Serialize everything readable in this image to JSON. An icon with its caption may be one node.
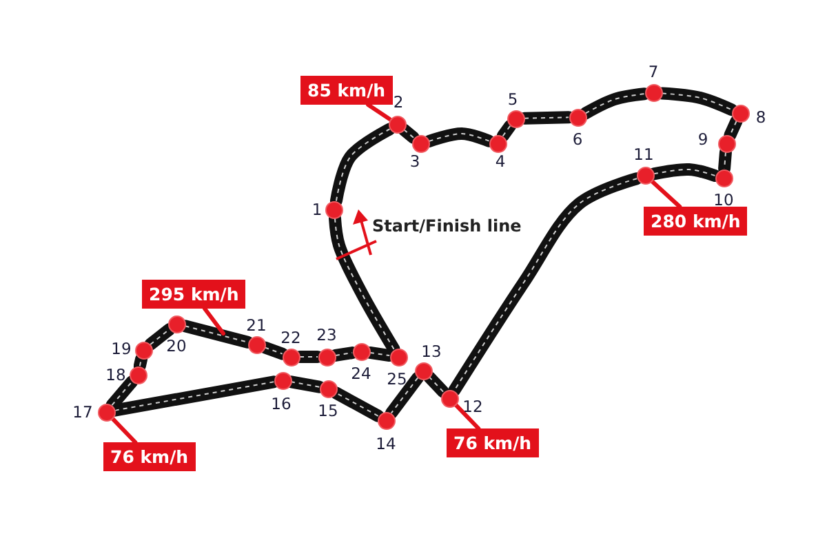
{
  "diagram": {
    "nodes": [
      {
        "text": [],
        "shape": "circle",
        "beside": [
          "1"
        ]
      },
      {
        "text": [],
        "shape": "circle",
        "beside": [
          "2"
        ]
      },
      {
        "text": [],
        "shape": "circle",
        "beside": [
          "3"
        ]
      },
      {
        "text": [],
        "shape": "circle",
        "beside": [
          "4"
        ]
      },
      {
        "text": [],
        "shape": "circle",
        "beside": [
          "5"
        ]
      },
      {
        "text": [],
        "shape": "circle",
        "beside": [
          "6"
        ]
      },
      {
        "text": [],
        "shape": "circle",
        "beside": [
          "7"
        ]
      },
      {
        "text": [],
        "shape": "circle",
        "beside": [
          "8"
        ]
      },
      {
        "text": [],
        "shape": "circle",
        "beside": [
          "9"
        ]
      },
      {
        "text": [],
        "shape": "circle",
        "beside": [
          "10"
        ]
      },
      {
        "text": [],
        "shape": "circle",
        "beside": [
          "11"
        ]
      },
      {
        "text": [],
        "shape": "circle",
        "beside": [
          "12"
        ]
      },
      {
        "text": [],
        "shape": "circle",
        "beside": [
          "13"
        ]
      },
      {
        "text": [],
        "shape": "circle",
        "beside": [
          "14"
        ]
      },
      {
        "text": [],
        "shape": "circle",
        "beside": [
          "15"
        ]
      },
      {
        "text": [],
        "shape": "circle",
        "beside": [
          "16"
        ]
      },
      {
        "text": [],
        "shape": "circle",
        "beside": [
          "17"
        ]
      },
      {
        "text": [],
        "shape": "circle",
        "beside": [
          "18"
        ]
      },
      {
        "text": [],
        "shape": "circle",
        "beside": [
          "19"
        ]
      },
      {
        "text": [],
        "shape": "circle",
        "beside": [
          "20"
        ]
      },
      {
        "text": [],
        "shape": "circle",
        "beside": [
          "21"
        ]
      },
      {
        "text": [],
        "shape": "circle",
        "beside": [
          "22"
        ]
      },
      {
        "text": [],
        "shape": "circle",
        "beside": [
          "23"
        ]
      },
      {
        "text": [],
        "shape": "circle",
        "beside": [
          "24"
        ]
      },
      {
        "text": [],
        "shape": "circle",
        "beside": [
          "25"
        ]
      },
      {
        "text": [
          "85 km/h"
        ]
      },
      {
        "text": [
          "280 km/h"
        ]
      },
      {
        "text": [
          "295 km/h"
        ]
      },
      {
        "text": [
          "76 km/h"
        ]
      },
      {
        "text": [
          "76 km/h"
        ]
      }
    ],
    "edges": [
      {
        "from": 0,
        "to": 1,
        "arrow": "none"
      },
      {
        "from": 1,
        "to": 2,
        "arrow": "none"
      },
      {
        "from": 2,
        "to": 3,
        "arrow": "none"
      },
      {
        "from": 3,
        "to": 4,
        "arrow": "none"
      },
      {
        "from": 4,
        "to": 5,
        "arrow": "none"
      },
      {
        "from": 5,
        "to": 6,
        "arrow": "none"
      },
      {
        "from": 6,
        "to": 7,
        "arrow": "none"
      },
      {
        "from": 7,
        "to": 8,
        "arrow": "none"
      },
      {
        "from": 8,
        "to": 9,
        "arrow": "none"
      },
      {
        "from": 9,
        "to": 10,
        "arrow": "none"
      },
      {
        "from": 10,
        "to": 11,
        "arrow": "none"
      },
      {
        "from": 11,
        "to": 12,
        "arrow": "none"
      },
      {
        "from": 12,
        "to": 13,
        "arrow": "none"
      },
      {
        "from": 13,
        "to": 14,
        "arrow": "none"
      },
      {
        "from": 14,
        "to": 15,
        "arrow": "none"
      },
      {
        "from": 15,
        "to": 16,
        "arrow": "none"
      },
      {
        "from": 16,
        "to": 17,
        "arrow": "none"
      },
      {
        "from": 17,
        "to": 18,
        "arrow": "none"
      },
      {
        "from": 18,
        "to": 19,
        "arrow": "none"
      },
      {
        "from": 19,
        "to": 20,
        "arrow": "none"
      },
      {
        "from": 20,
        "to": 21,
        "arrow": "none"
      },
      {
        "from": 21,
        "to": 22,
        "arrow": "none"
      },
      {
        "from": 22,
        "to": 23,
        "arrow": "none"
      },
      {
        "from": 23,
        "to": 24,
        "arrow": "none"
      },
      {
        "from": 24,
        "to": 0,
        "arrow": "none"
      },
      {
        "from": 25,
        "to": 1,
        "arrow": "none",
        "color": "#e3111b"
      },
      {
        "from": 26,
        "to": 10,
        "arrow": "none",
        "color": "#e3111b"
      },
      {
        "from": 27,
        "to": null,
        "arrow": "none",
        "color": "#e3111b"
      },
      {
        "from": 28,
        "to": 16,
        "arrow": "none",
        "color": "#e3111b"
      },
      {
        "from": 29,
        "to": 11,
        "arrow": "none",
        "color": "#e3111b"
      }
    ],
    "labels": [
      "Start/Finish line"
    ]
  }
}
